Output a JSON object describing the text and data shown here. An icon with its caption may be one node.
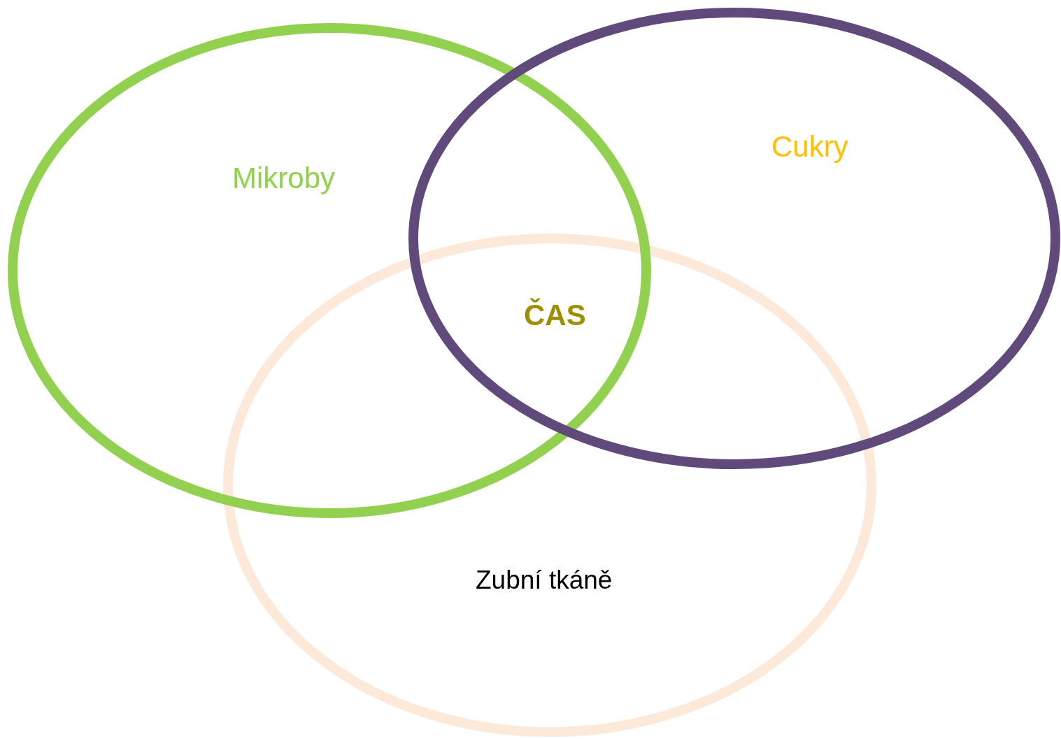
{
  "diagram": {
    "nodes": [
      {
        "text": [
          "Mikroby"
        ]
      },
      {
        "text": [
          "Cukry"
        ]
      },
      {
        "text": [
          "Zubní tkáně"
        ]
      }
    ],
    "labels": [
      "ČAS"
    ]
  }
}
